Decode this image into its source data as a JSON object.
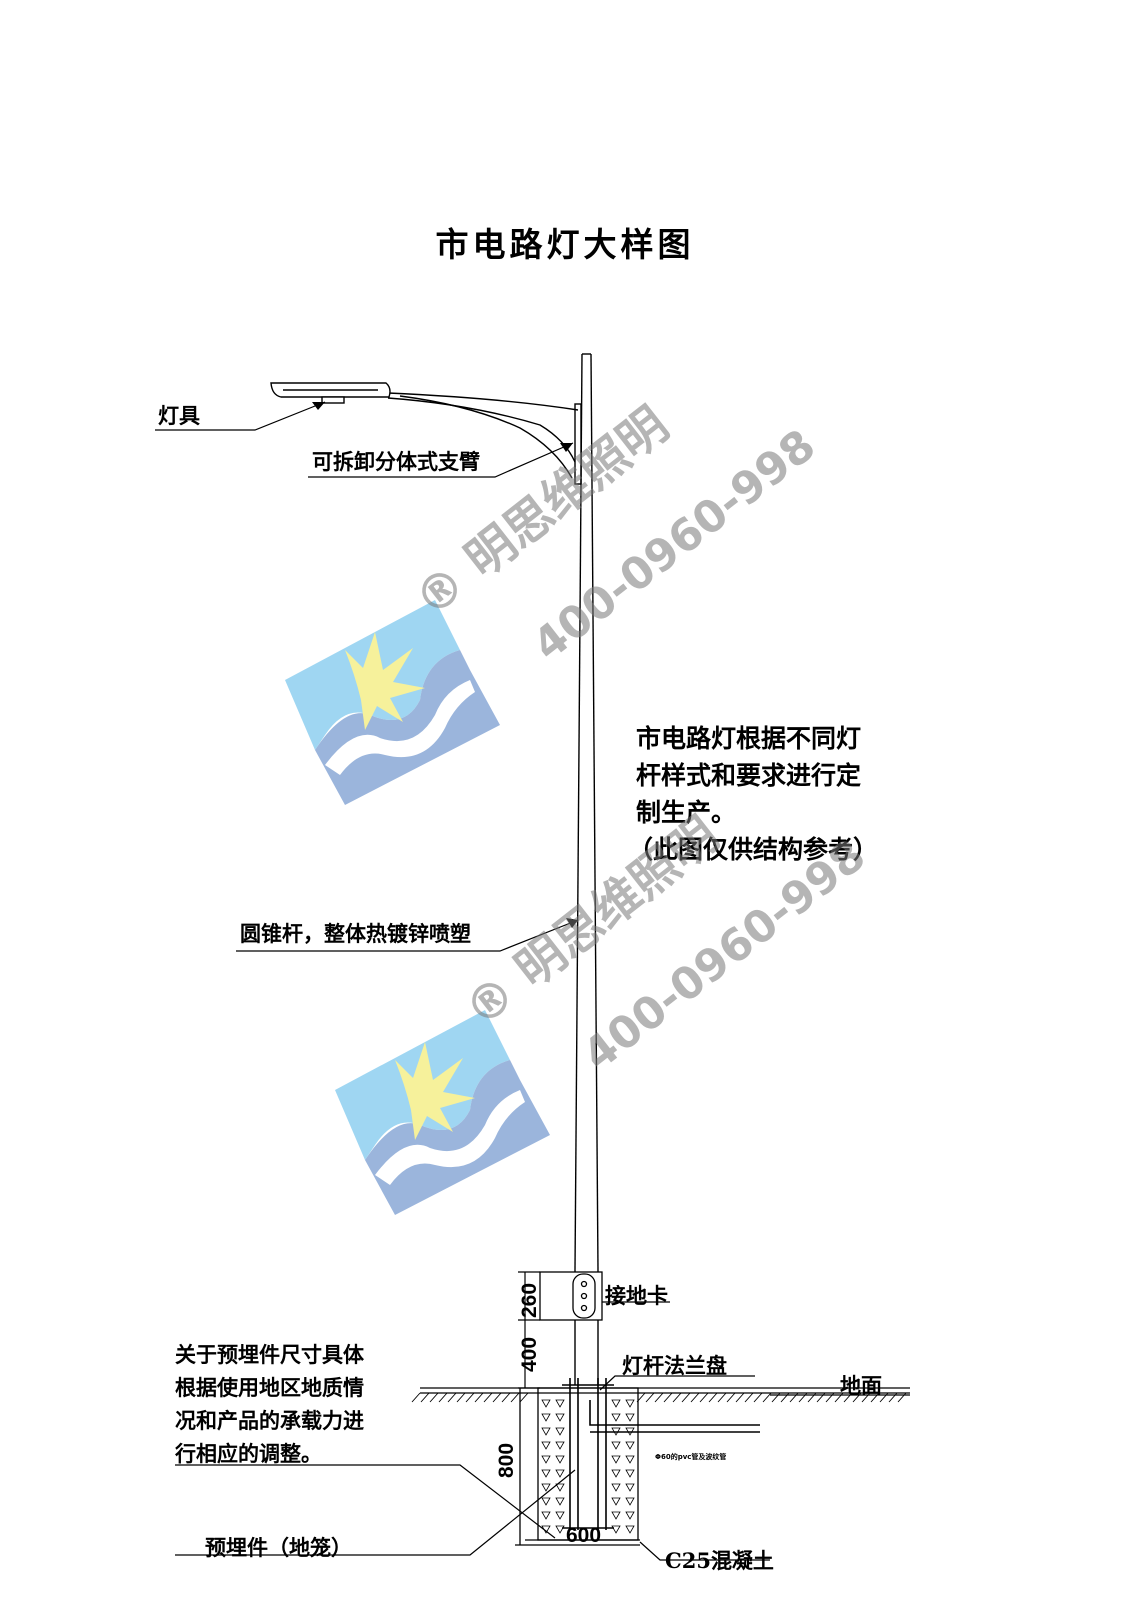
{
  "title": "市电路灯大样图",
  "labels": {
    "luminaire": "灯具",
    "arm": "可拆卸分体式支臂",
    "pole": "圆锥杆，整体热镀锌喷塑",
    "ground_clamp": "接地卡",
    "flange": "灯杆法兰盘",
    "ground": "地面",
    "embedded": "预埋件（地笼）",
    "concrete": "C25混凝土",
    "pvc_pipe": "Φ60的pvc管及波纹管"
  },
  "note_right": [
    "市电路灯根据不同灯",
    "杆样式和要求进行定",
    "制生产。",
    "（此图仅供结构参考）"
  ],
  "note_left": [
    "关于预埋件尺寸具体",
    "根据使用地区地质情",
    "况和产品的承载力进",
    "行相应的调整。"
  ],
  "dimensions": {
    "door_height": "260",
    "door_offset": "400",
    "foundation_depth": "800",
    "foundation_width": "600"
  },
  "watermark": {
    "brand": "® 明思维照明",
    "phone": "400-0960-998",
    "colors": {
      "sky": "#8fd0f0",
      "sun": "#f5ef8a",
      "wave": "#8aa9d6",
      "text": "#8a8a8a"
    }
  }
}
